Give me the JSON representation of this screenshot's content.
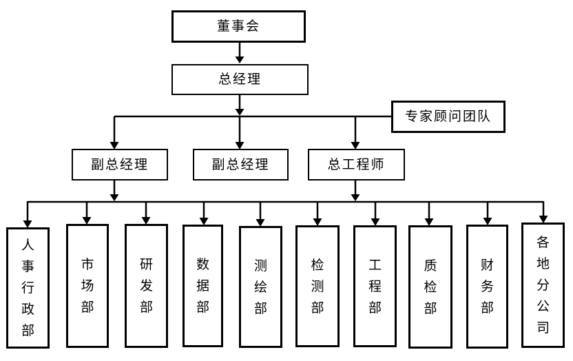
{
  "nodes": {
    "board": {
      "label": "董事会"
    },
    "general_manager": {
      "label": "总经理"
    },
    "advisors": {
      "label": "专家顾问团队"
    },
    "deputy_gm_1": {
      "label": "副总经理"
    },
    "deputy_gm_2": {
      "label": "副总经理"
    },
    "chief_engineer": {
      "label": "总工程师"
    },
    "departments": [
      {
        "label": "人事行政部"
      },
      {
        "label": "市场部"
      },
      {
        "label": "研发部"
      },
      {
        "label": "数据部"
      },
      {
        "label": "测绘部"
      },
      {
        "label": "检测部"
      },
      {
        "label": "工程部"
      },
      {
        "label": "质检部"
      },
      {
        "label": "财务部"
      },
      {
        "label": "各地分公司"
      }
    ]
  },
  "colors": {
    "line": "#000000",
    "text": "#000000",
    "background": "#ffffff"
  }
}
